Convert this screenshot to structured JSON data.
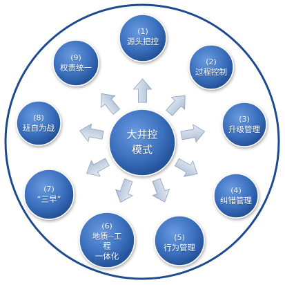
{
  "center": {
    "lines": [
      "大井控",
      "模式"
    ]
  },
  "nodes": [
    {
      "id": "n1",
      "num": "(1)",
      "lines": [
        "源头把控"
      ]
    },
    {
      "id": "n2",
      "num": "(2)",
      "lines": [
        "过程控制"
      ]
    },
    {
      "id": "n3",
      "num": "(3)",
      "lines": [
        "升级管理"
      ]
    },
    {
      "id": "n4",
      "num": "(4)",
      "lines": [
        "纠错管理"
      ]
    },
    {
      "id": "n5",
      "num": "(5)",
      "lines": [
        "行为管理"
      ]
    },
    {
      "id": "n6",
      "num": "(6)",
      "lines": [
        "地质--工",
        "程",
        "一体化"
      ]
    },
    {
      "id": "n7",
      "num": "(7)",
      "lines": [
        "“三早”"
      ]
    },
    {
      "id": "n8",
      "num": "(8)",
      "lines": [
        "班自为战"
      ]
    },
    {
      "id": "n9",
      "num": "(9)",
      "lines": [
        "权责统一"
      ]
    }
  ],
  "colors": {
    "node_fill_light": "#4f86cf",
    "node_fill_dark": "#1f4f9a",
    "arrow_fill": "#c9d6e6",
    "arrow_stroke": "#8c9fb8",
    "outer_ring": "#1d4a8f"
  }
}
